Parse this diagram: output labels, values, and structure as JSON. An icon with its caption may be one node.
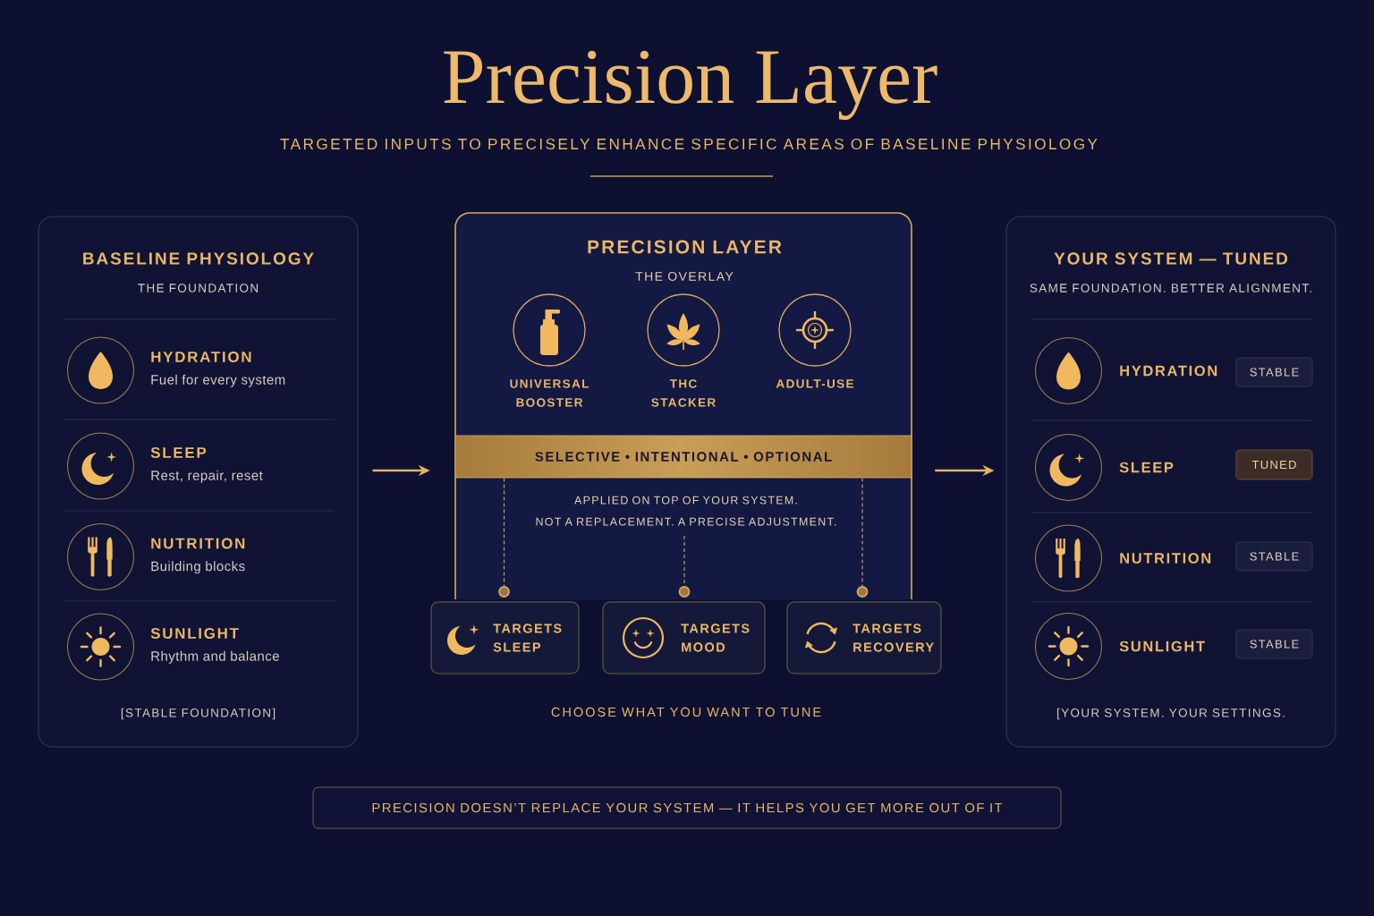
{
  "diagram": {
    "title": "Precision Layer",
    "nodes": [
      {
        "text": [
          "BASELINE PHYSIOLOGY",
          "THE FOUNDATION",
          "[STABLE FOUNDATION]"
        ]
      },
      {
        "text": [
          "HYDRATION",
          "Fuel for every system"
        ],
        "in": 0
      },
      {
        "text": [
          "SLEEP",
          "Rest, repair, reset"
        ],
        "in": 0
      },
      {
        "text": [
          "NUTRITION",
          "Building blocks"
        ],
        "in": 0
      },
      {
        "text": [
          "SUNLIGHT",
          "Rhythm and balance"
        ],
        "in": 0
      },
      {
        "text": [
          "PRECISION LAYER",
          "THE OVERLAY",
          "APPLIED ON TOP OF YOUR SYSTEM. NOT A REPLACEMENT. A PRECISE ADJUSTMENT."
        ]
      },
      {
        "text": [
          "UNIVERSAL BOOSTER"
        ],
        "in": 5
      },
      {
        "text": [
          "THC STACKER"
        ],
        "in": 5
      },
      {
        "text": [
          "ADULT-USE"
        ],
        "in": 5
      },
      {
        "text": [
          "SELECTIVE • INTENTIONAL • OPTIONAL"
        ],
        "in": 5
      },
      {
        "text": [
          "TARGETS SLEEP"
        ]
      },
      {
        "text": [
          "TARGETS MOOD"
        ]
      },
      {
        "text": [
          "TARGETS RECOVERY"
        ]
      },
      {
        "text": [
          "YOUR SYSTEM — TUNED",
          "SAME FOUNDATION. BETTER ALIGNMENT.",
          "[YOUR SYSTEM. YOUR SETTINGS."
        ]
      },
      {
        "text": [
          "HYDRATION"
        ],
        "in": 13
      },
      {
        "text": [
          "STABLE"
        ],
        "in": 14
      },
      {
        "text": [
          "SLEEP"
        ],
        "in": 13
      },
      {
        "text": [
          "TUNED"
        ],
        "in": 16
      },
      {
        "text": [
          "NUTRITION"
        ],
        "in": 13
      },
      {
        "text": [
          "STABLE"
        ],
        "in": 18
      },
      {
        "text": [
          "SUNLIGHT"
        ],
        "in": 13
      },
      {
        "text": [
          "STABLE"
        ],
        "in": 20
      },
      {
        "text": [
          "PRECISION DOESN’T REPLACE YOUR SYSTEM — IT HELPS YOU GET MORE OUT OF IT"
        ]
      },
      {
        "text": [],
        "shape": "circle",
        "in": 5
      },
      {
        "text": [],
        "shape": "circle",
        "in": 5
      },
      {
        "text": [],
        "shape": "circle",
        "in": 5
      }
    ],
    "edges": [
      {
        "from": 0,
        "to": 5,
        "arrow": "to"
      },
      {
        "from": 5,
        "to": 13,
        "arrow": "to"
      },
      {
        "from": 9,
        "to": 23,
        "arrow": "none",
        "style": "dashed"
      },
      {
        "from": null,
        "to": 24,
        "arrow": "none",
        "style": "dashed"
      },
      {
        "from": 9,
        "to": 25,
        "arrow": "none",
        "style": "dashed"
      }
    ],
    "labels": [
      "TARGETED INPUTS TO PRECISELY ENHANCE SPECIFIC AREAS OF BASELINE PHYSIOLOGY",
      "CHOOSE WHAT YOU WANT TO TUNE"
    ]
  }
}
